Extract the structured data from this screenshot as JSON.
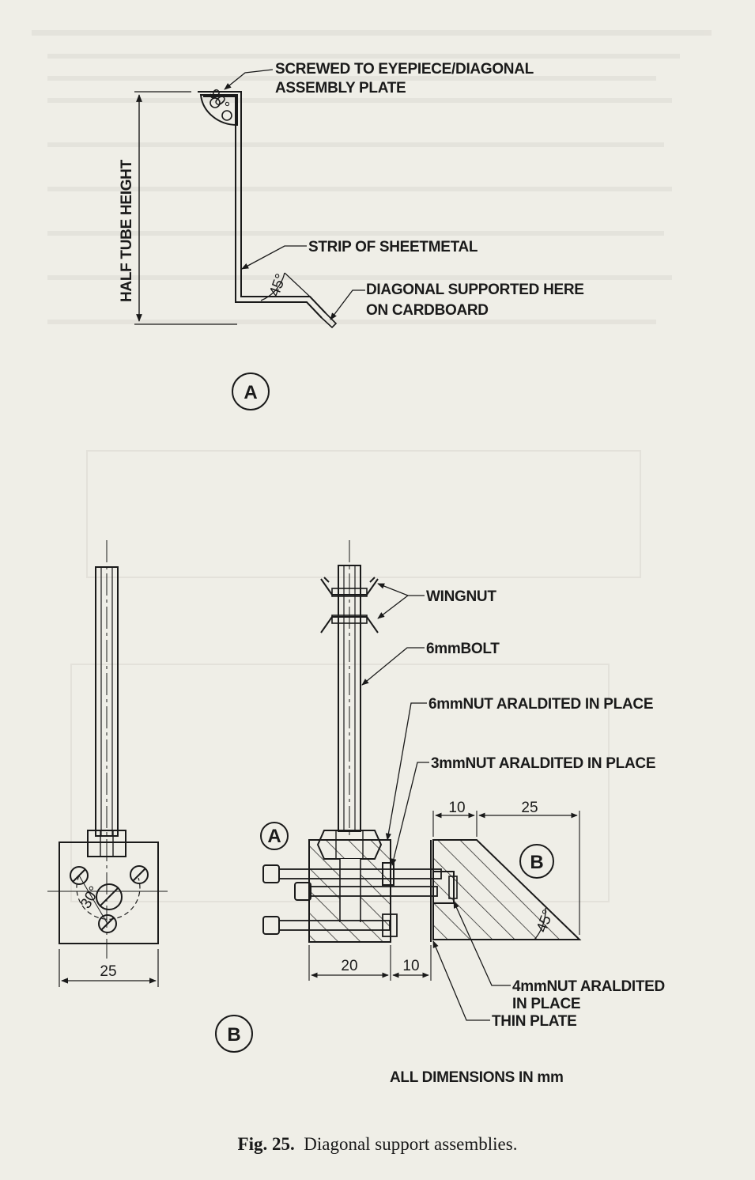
{
  "figure_a": {
    "marker": "A",
    "label_screwed_line1": "SCREWED TO EYEPIECE/DIAGONAL",
    "label_screwed_line2": "ASSEMBLY PLATE",
    "label_half_tube": "HALF TUBE HEIGHT",
    "label_strip": "STRIP OF SHEETMETAL",
    "label_diagonal_line1": "DIAGONAL SUPPORTED HERE",
    "label_diagonal_line2": "ON CARDBOARD",
    "angle_label": "45°",
    "hole_angle_label": "90°"
  },
  "figure_b": {
    "marker": "B",
    "part_marker_a": "A",
    "part_marker_b": "B",
    "label_wing_nut": "WINGNUT",
    "label_bolt": "6mmBOLT",
    "label_6mm_nut": "6mmNUT ARALDITED IN PLACE",
    "label_3mm_nut": "3mmNUT ARALDITED IN PLACE",
    "label_4mm_nut_line1": "4mmNUT ARALDITED",
    "label_4mm_nut_line2": "IN PLACE",
    "label_thin_plate": "THIN PLATE",
    "dim_front_width": "25",
    "dim_block_a_width": "20",
    "dim_gap": "10",
    "dim_block_b_top_small": "10",
    "dim_block_b_top_large": "25",
    "angle_label": "45°",
    "hole_angle_label": "30°",
    "note": "ALL DIMENSIONS IN mm"
  },
  "caption": {
    "number": "Fig. 25.",
    "text": "Diagonal support assemblies."
  }
}
